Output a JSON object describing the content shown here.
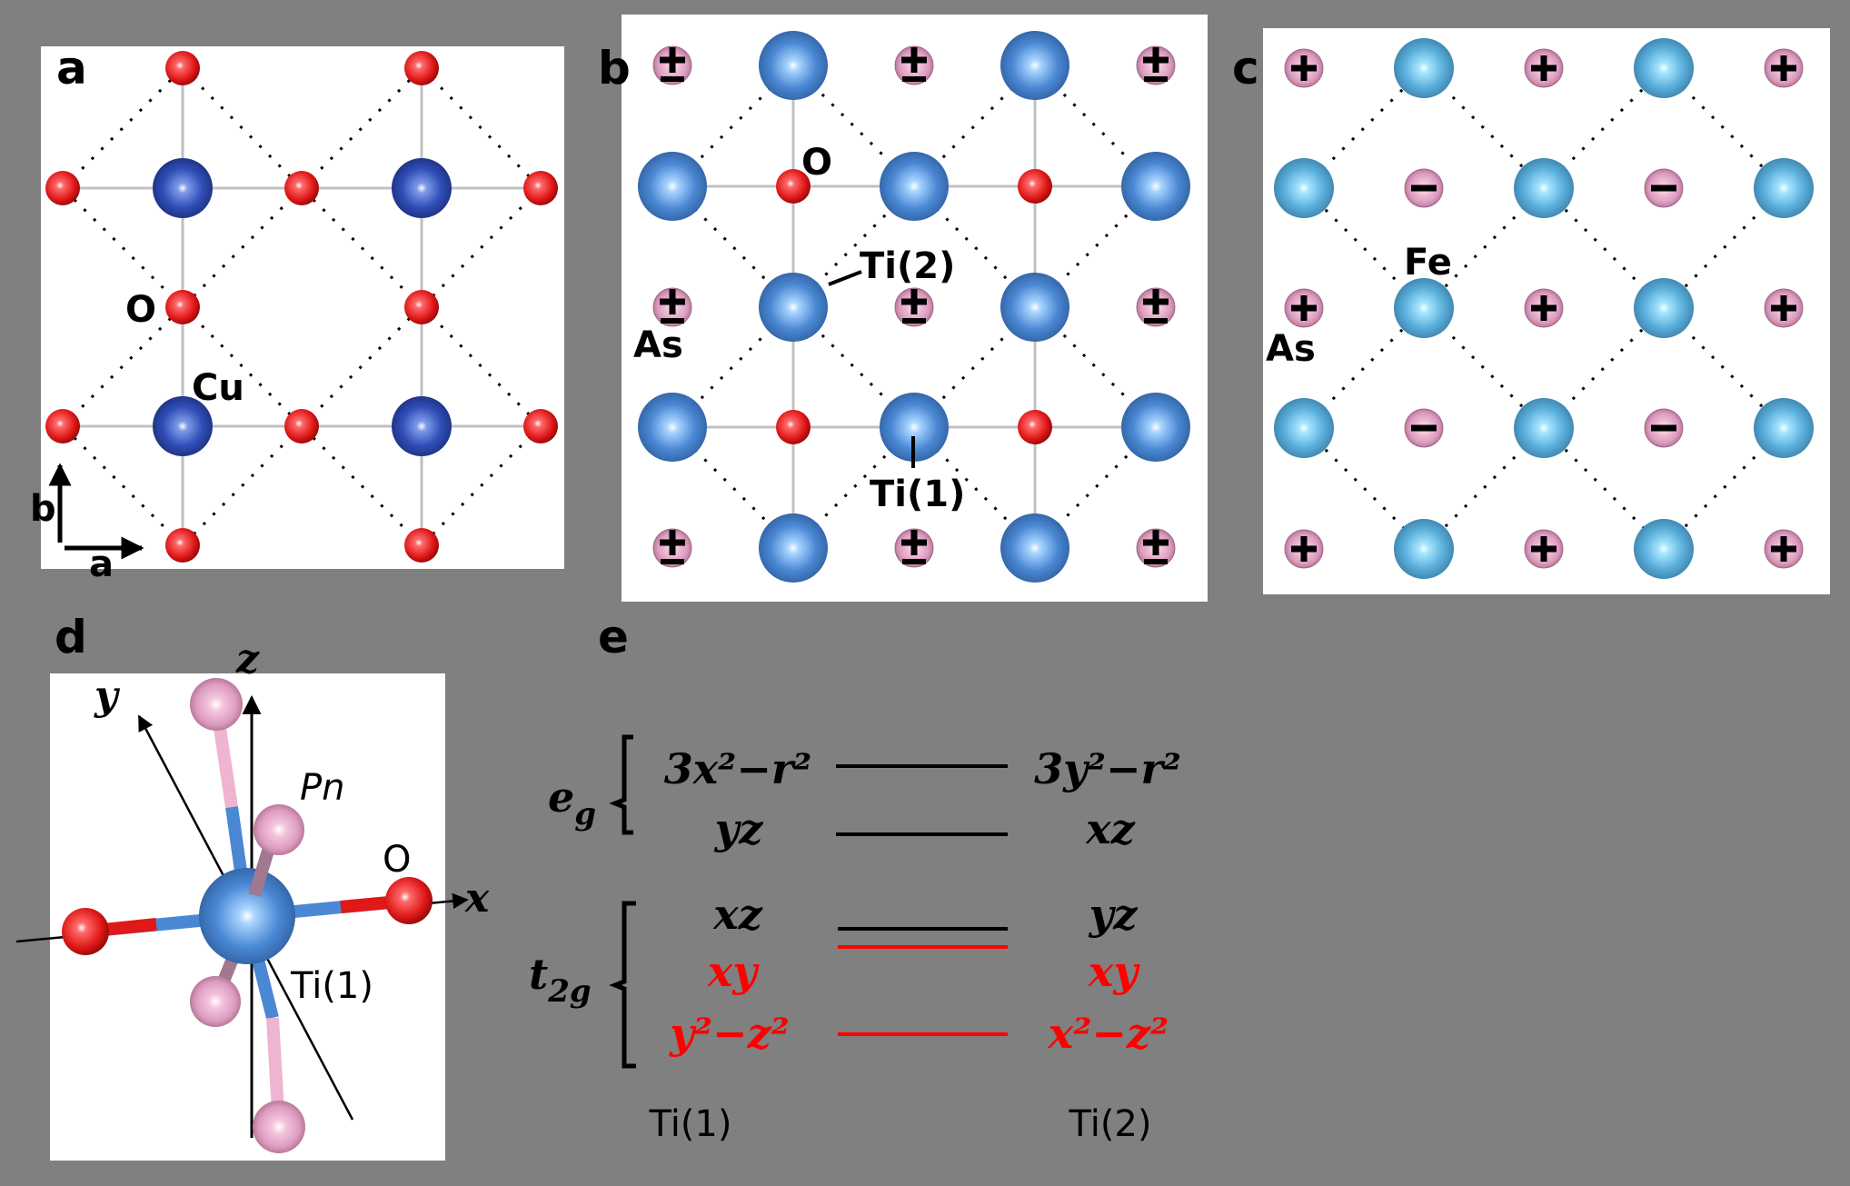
{
  "colors": {
    "background": "#808080",
    "panel_bg": "#ffffff",
    "O": "#e01818",
    "Cu": "#2c49b0",
    "Ti": "#4a88d4",
    "Fe": "#58aedc",
    "As": "#dc9cc0",
    "level_black": "#000000",
    "level_red": "#ff0000"
  },
  "panels": {
    "a": {
      "label": "a",
      "atom_labels": {
        "O": "O",
        "Cu": "Cu"
      },
      "axes": {
        "b": "b",
        "a": "a"
      }
    },
    "b": {
      "label": "b",
      "atom_labels": {
        "O": "O",
        "As": "As",
        "Ti2": "Ti(2)",
        "Ti1": "Ti(1)"
      },
      "as_sign": "±"
    },
    "c": {
      "label": "c",
      "atom_labels": {
        "Fe": "Fe",
        "As": "As"
      },
      "as_signs": {
        "plus": "+",
        "minus": "−"
      }
    },
    "d": {
      "label": "d",
      "axes": {
        "x": "x",
        "y": "y",
        "z": "z"
      },
      "atom_labels": {
        "Pn": "Pn",
        "O": "O",
        "Ti1": "Ti(1)"
      }
    },
    "e": {
      "label": "e",
      "groups": [
        {
          "name": "e",
          "sub": "g"
        },
        {
          "name": "t",
          "sub": "2g"
        }
      ],
      "columns": {
        "left": "Ti(1)",
        "right": "Ti(2)"
      },
      "levels": [
        {
          "left": "3x²−r²",
          "right": "3y²−r²",
          "color": "black",
          "group": "eg"
        },
        {
          "left": "yz",
          "right": "xz",
          "color": "black",
          "group": "eg"
        },
        {
          "left": "xz",
          "right": "yz",
          "color": "black",
          "group": "t2g"
        },
        {
          "left": "xy",
          "right": "xy",
          "color": "red",
          "group": "t2g"
        },
        {
          "left": "y²−z²",
          "right": "x²−z²",
          "color": "red",
          "group": "t2g"
        }
      ]
    }
  }
}
